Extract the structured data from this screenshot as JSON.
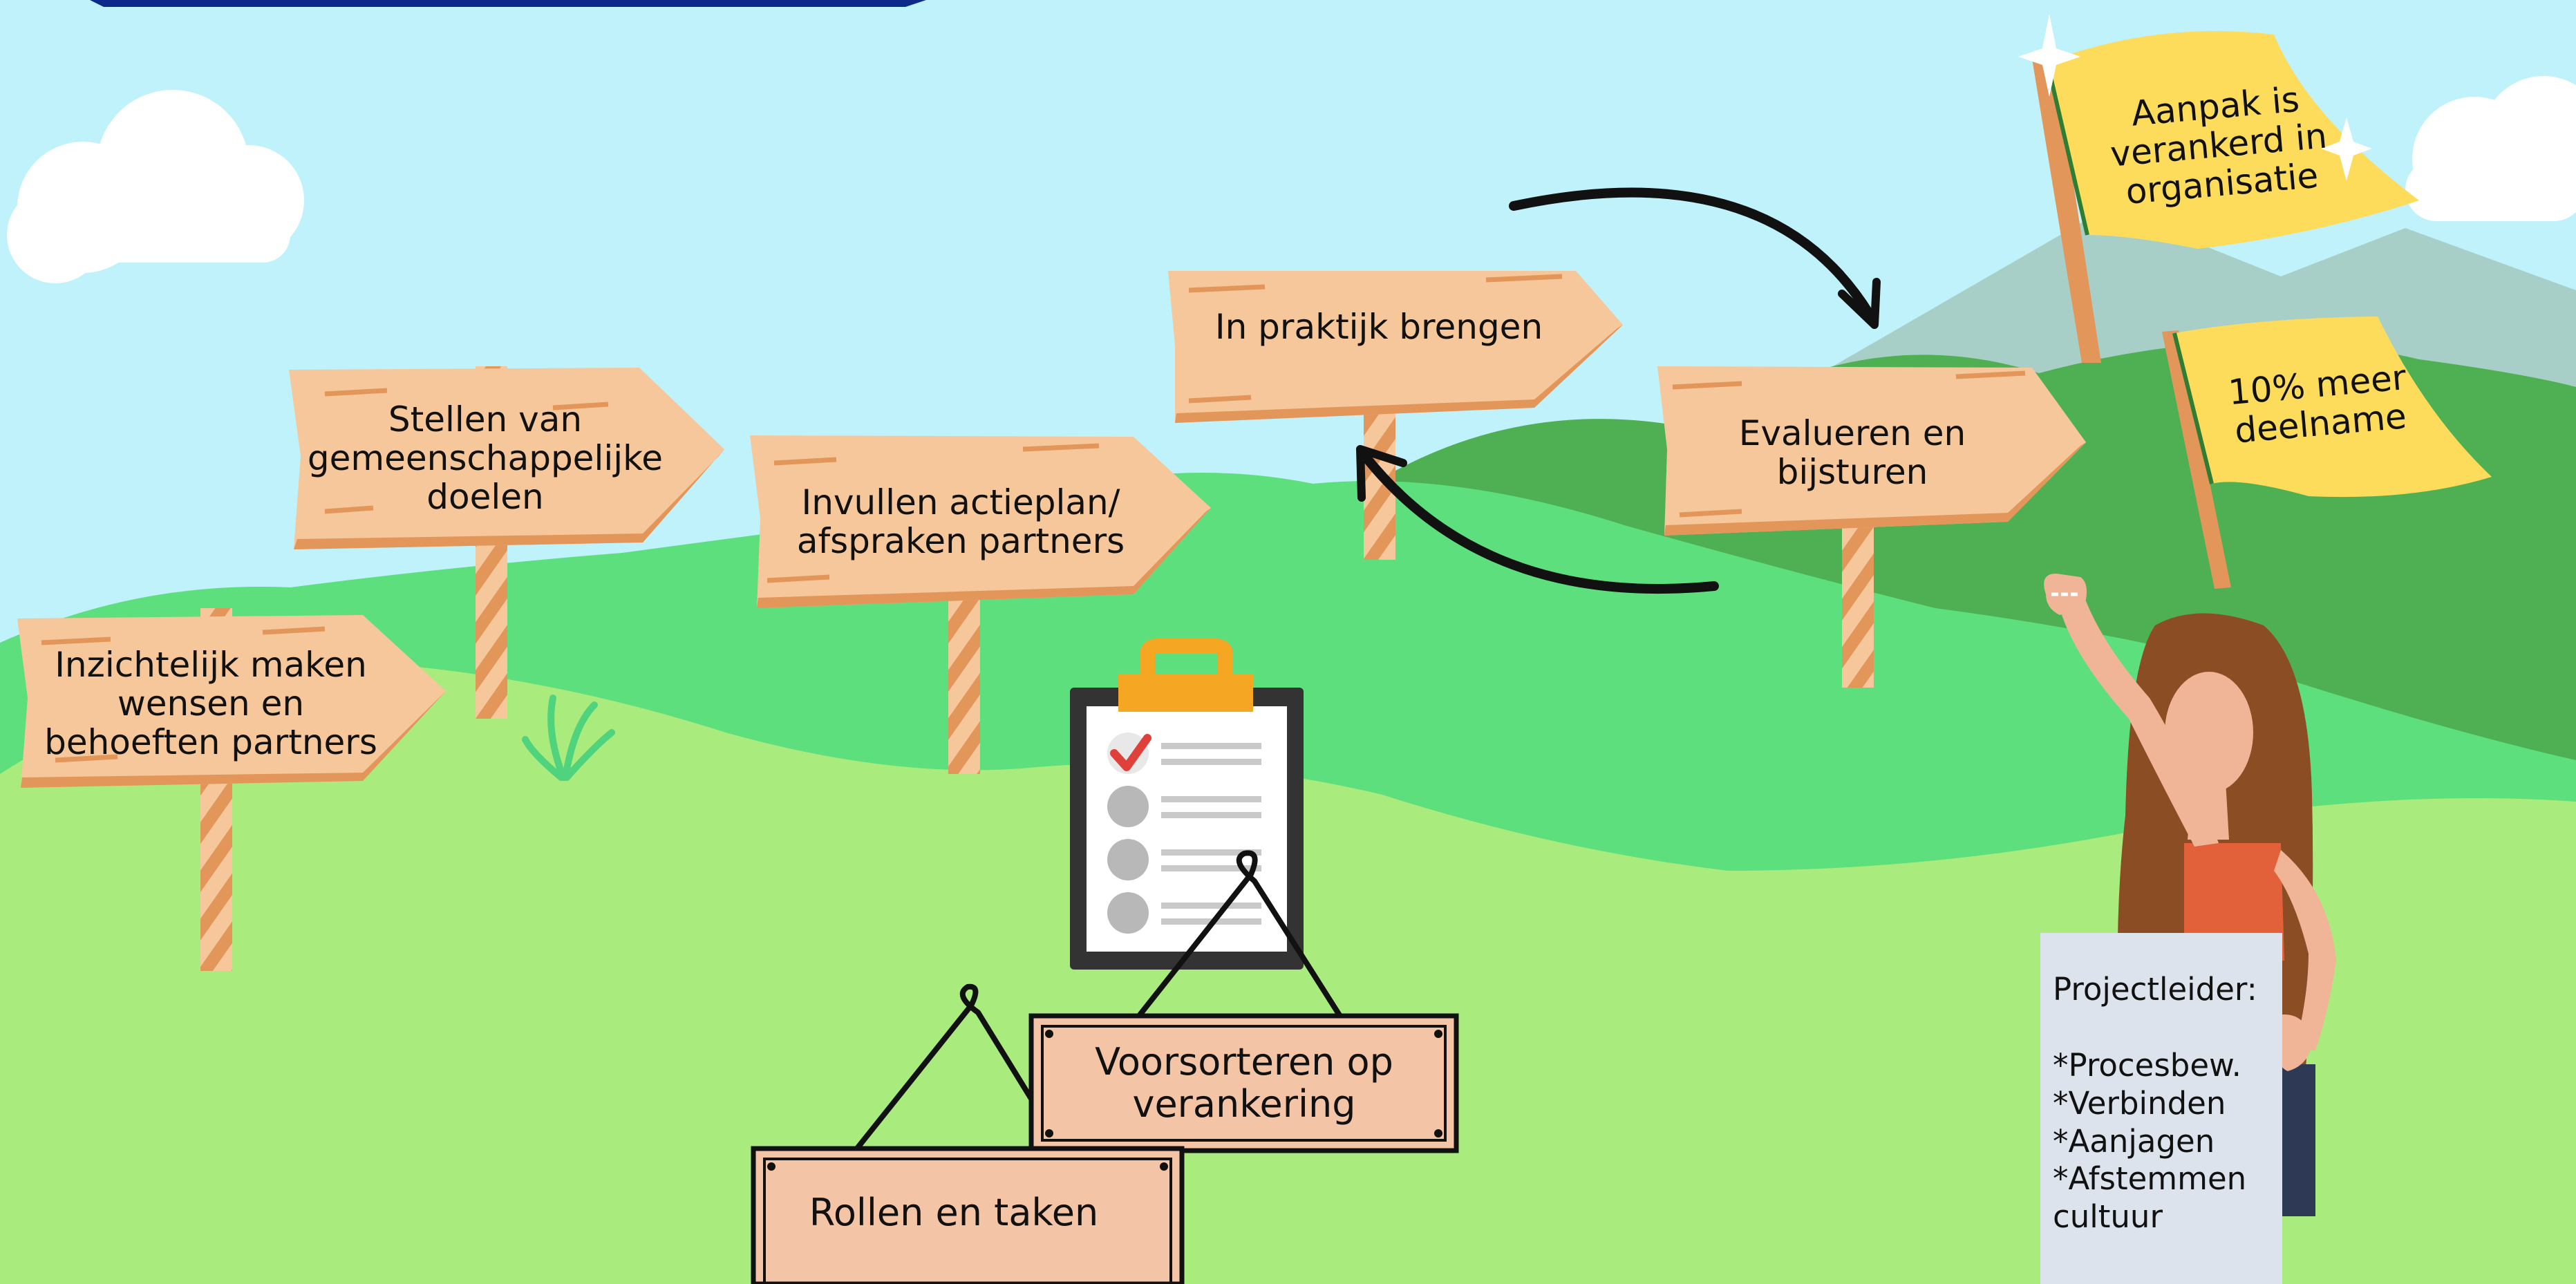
{
  "signposts": {
    "inzichtelijk": "Inzichtelijk maken\nwensen en\nbehoeften partners",
    "stellen": "Stellen van\ngemeenschappelijke\ndoelen",
    "invullen": "Invullen actieplan/\nafspraken partners",
    "praktijk": "In praktijk brengen",
    "evalueren": "Evalueren en\nbijsturen"
  },
  "flags": {
    "verankerd": "Aanpak is\nverankerd in\norganisatie",
    "deelname": "10% meer\ndeelname"
  },
  "plaques": {
    "voorsorteren": "Voorsorteren op\nverankering",
    "rollen": "Rollen en taken"
  },
  "project_leader_board": "Projectleider:\n\n*Procesbew.\n*Verbinden\n*Aanjagen\n*Afstemmen\ncultuur",
  "colors": {
    "sky": "#bff2fb",
    "hill_dark": "#4fb053",
    "hill_mid": "#5ddf7d",
    "grass": "#a9eb7c",
    "sign_wood": "#f6c79b",
    "flag_yellow": "#fddc5c",
    "plaque": "#f4c4a6"
  }
}
